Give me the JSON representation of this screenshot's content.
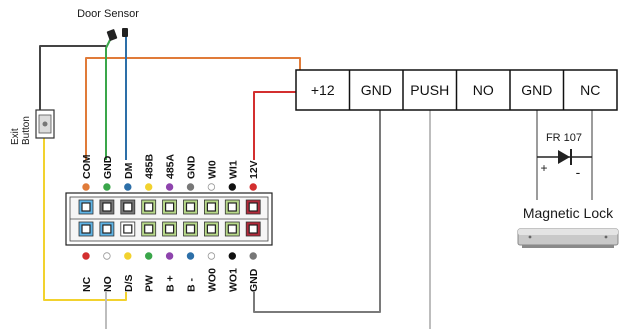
{
  "labels": {
    "door_sensor": "Door Sensor",
    "exit_button": "Exit",
    "exit_button_line2": "Button",
    "diode": "FR 107",
    "diode_plus": "+",
    "diode_minus": "-",
    "magnetic_lock": "Magnetic Lock"
  },
  "terminals": [
    "+12",
    "GND",
    "PUSH",
    "NO",
    "GND",
    "NC"
  ],
  "top_pins": [
    {
      "label": "COM",
      "dot": "#e07b39"
    },
    {
      "label": "GND",
      "dot": "#3aa64a"
    },
    {
      "label": "DM",
      "dot": "#2d6fa8"
    },
    {
      "label": "485B",
      "dot": "#f2d22e"
    },
    {
      "label": "485A",
      "dot": "#8e44ad"
    },
    {
      "label": "GND",
      "dot": "#777777"
    },
    {
      "label": "WI0",
      "dot": "#ffffff"
    },
    {
      "label": "WI1",
      "dot": "#111111"
    },
    {
      "label": "12V",
      "dot": "#d32f2f"
    }
  ],
  "bottom_pins": [
    {
      "label": "NC",
      "dot": "#d32f2f"
    },
    {
      "label": "NO",
      "dot": "#ffffff"
    },
    {
      "label": "D/S",
      "dot": "#f2d22e"
    },
    {
      "label": "PW",
      "dot": "#3aa64a"
    },
    {
      "label": "B +",
      "dot": "#8e44ad"
    },
    {
      "label": "B -",
      "dot": "#2d6fa8"
    },
    {
      "label": "WO0",
      "dot": "#ffffff"
    },
    {
      "label": "WO1",
      "dot": "#111111"
    },
    {
      "label": "GND",
      "dot": "#777777"
    }
  ],
  "wire_colors": {
    "orange": "#e07b39",
    "green": "#3aa64a",
    "blue": "#2d6fa8",
    "yellow": "#f2d22e",
    "red": "#d32f2f",
    "gray": "#7a7a7a",
    "light_gray": "#bdbdbd"
  }
}
